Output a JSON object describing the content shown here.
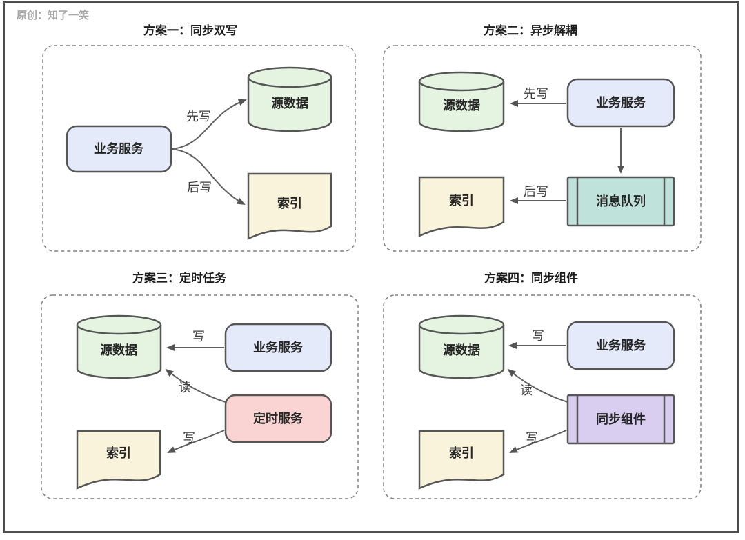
{
  "watermark": "原创：知了一笑",
  "colors": {
    "service_fill": "#e4eafa",
    "source_fill": "#e5f3e1",
    "index_fill": "#faf3db",
    "queue_fill": "#bfe3da",
    "timer_fill": "#f9d4d2",
    "sync_fill": "#d9cdf0",
    "shape_stroke": "#565656",
    "arrow_stroke": "#5f5f5f",
    "frame_stroke": "#4c4c4c",
    "dashed_stroke": "#818181",
    "title_color": "#1c1c1c",
    "watermark_color": "#a8a8a8"
  },
  "panels": [
    {
      "title": "方案一：同步双写",
      "nodes": {
        "service": "业务服务",
        "source": "源数据",
        "index": "索引"
      },
      "edges": {
        "to_source": "先写",
        "to_index": "后写"
      }
    },
    {
      "title": "方案二：异步解耦",
      "nodes": {
        "service": "业务服务",
        "source": "源数据",
        "queue": "消息队列",
        "index": "索引"
      },
      "edges": {
        "to_source": "先写",
        "to_index": "后写"
      }
    },
    {
      "title": "方案三：定时任务",
      "nodes": {
        "service": "业务服务",
        "source": "源数据",
        "timer": "定时服务",
        "index": "索引"
      },
      "edges": {
        "service_write": "写",
        "read_source": "读",
        "write_index": "写"
      }
    },
    {
      "title": "方案四：同步组件",
      "nodes": {
        "service": "业务服务",
        "source": "源数据",
        "sync": "同步组件",
        "index": "索引"
      },
      "edges": {
        "service_write": "写",
        "read_source": "读",
        "write_index": "写"
      }
    }
  ]
}
